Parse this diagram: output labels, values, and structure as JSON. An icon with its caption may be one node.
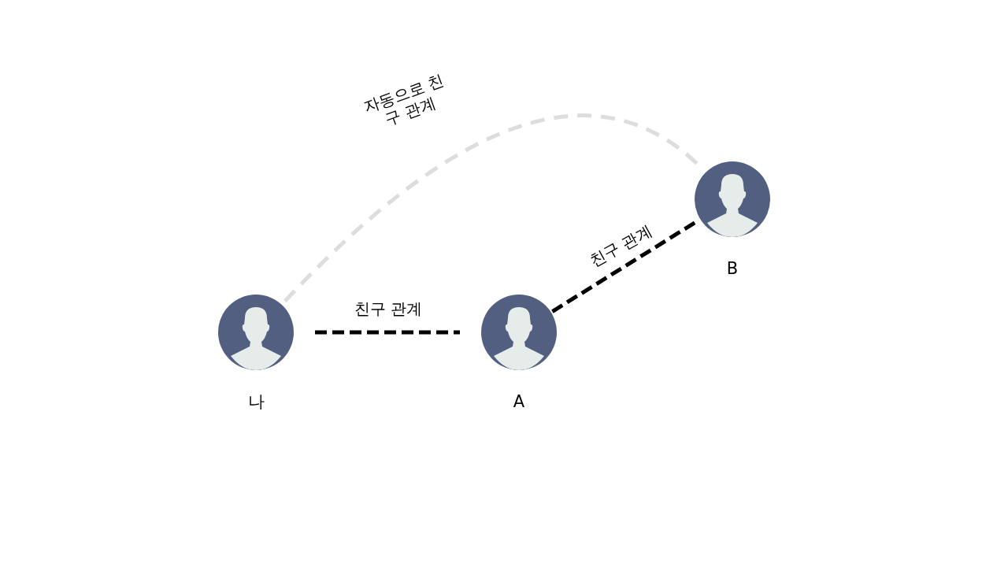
{
  "diagram": {
    "nodes": [
      {
        "text": [],
        "shape": "person",
        "beside": [
          "나"
        ]
      },
      {
        "text": [],
        "shape": "person",
        "beside": [
          "A"
        ]
      },
      {
        "text": [],
        "shape": "person",
        "beside": [
          "B"
        ]
      }
    ],
    "edges": [
      {
        "from": 0,
        "to": 1,
        "arrow": "none",
        "style": "dashed",
        "label": "친구 관계"
      },
      {
        "from": 1,
        "to": 2,
        "arrow": "none",
        "style": "dashed",
        "label": "친구 관계"
      },
      {
        "from": 0,
        "to": 2,
        "arrow": "none",
        "style": "dashed",
        "color": "#dddddd",
        "label": "자동으로 친구 관계"
      }
    ]
  }
}
